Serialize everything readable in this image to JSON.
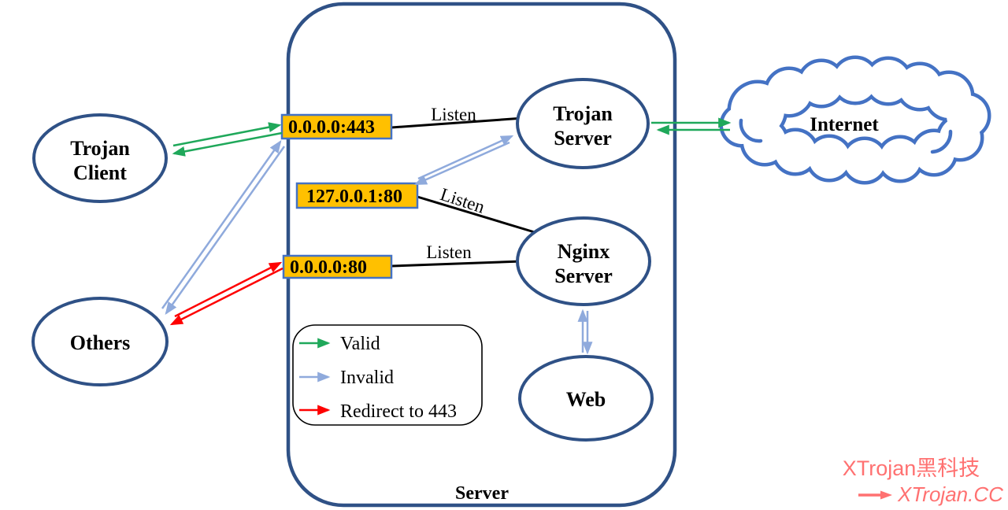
{
  "nodes": {
    "trojan_client": {
      "line1": "Trojan",
      "line2": "Client"
    },
    "others": {
      "label": "Others"
    },
    "trojan_server": {
      "line1": "Trojan",
      "line2": "Server"
    },
    "nginx_server": {
      "line1": "Nginx",
      "line2": "Server"
    },
    "web": {
      "label": "Web"
    },
    "internet": {
      "label": "Internet"
    },
    "server_container": {
      "label": "Server"
    }
  },
  "ports": {
    "https": "0.0.0.0:443",
    "loopback": "127.0.0.1:80",
    "http": "0.0.0.0:80"
  },
  "edge_labels": {
    "listen_https": "Listen",
    "listen_loopback": "Listen",
    "listen_http": "Listen"
  },
  "legend": {
    "items": [
      {
        "label": "Valid"
      },
      {
        "label": "Invalid"
      },
      {
        "label": "Redirect to 443"
      }
    ]
  },
  "watermark": {
    "brand": "XTrojan黑科技",
    "site": "XTrojan.CC"
  },
  "colors": {
    "node_border": "#2f5186",
    "cloud_border": "#4472c4",
    "port_fill": "#ffc000",
    "port_border": "#4472c4",
    "valid_green": "#1fa85a",
    "invalid_blue": "#8faadc",
    "redirect_red": "#fe0000",
    "watermark": "#ff7171"
  }
}
